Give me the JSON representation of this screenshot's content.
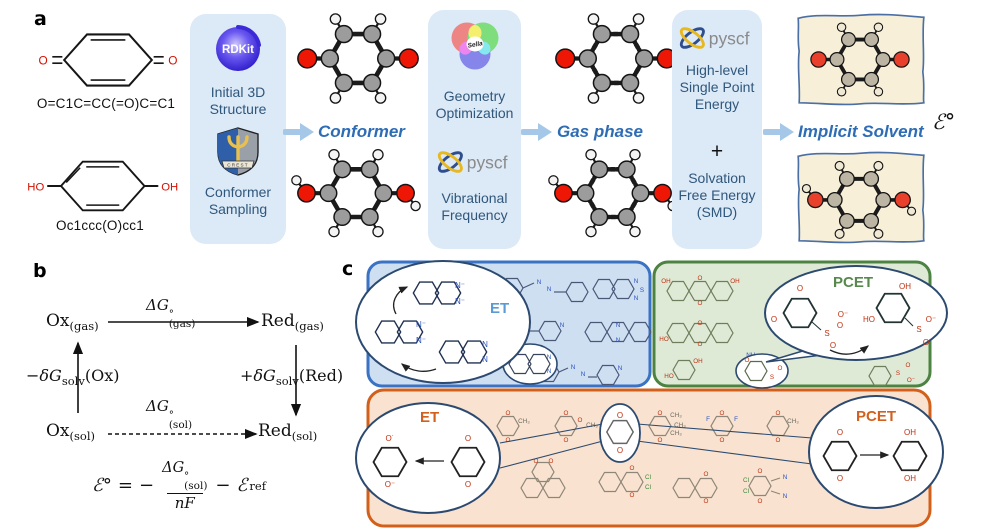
{
  "labels": {
    "a": "a",
    "b": "b",
    "c": "c"
  },
  "panel_a": {
    "quinone_smiles": "O=C1C=CC(=O)C=C1",
    "hydroquinone_smiles": "Oc1ccc(O)cc1",
    "atom_labels": {
      "o": "O",
      "ho": "HO",
      "oh": "OH"
    },
    "tool_names": {
      "rdkit": "RDKit",
      "crest": "CREST",
      "sella": "Sella",
      "pyscf": "pyscf"
    },
    "captions": {
      "initial_3d": "Initial 3D Structure",
      "conformer_sampling": "Conformer Sampling",
      "geometry_optimization": "Geometry Optimization",
      "vibrational_frequency": "Vibrational Frequency",
      "high_level": "High-level Single Point Energy",
      "plus": "+",
      "solvation": "Solvation Free Energy (SMD)"
    },
    "stage_labels": {
      "conformer": "Conformer",
      "gas_phase": "Gas phase",
      "implicit_solvent": "Implicit Solvent"
    },
    "output_symbol": "ℰ°"
  },
  "panel_b": {
    "nodes": {
      "ox_gas": "Ox",
      "ox_gas_sub": "(gas)",
      "red_gas": "Red",
      "red_gas_sub": "(gas)",
      "ox_sol": "Ox",
      "ox_sol_sub": "(sol)",
      "red_sol": "Red",
      "red_sol_sub": "(sol)"
    },
    "edges": {
      "gas_dg": "ΔG",
      "gas_dg_sup": "°",
      "gas_dg_sub": "(gas)",
      "sol_dg": "ΔG",
      "sol_dg_sup": "°",
      "sol_dg_sub": "(sol)",
      "left_pre": "−δG",
      "left_sub": "solv",
      "left_post": "(Ox)",
      "right_pre": "+δG",
      "right_sub": "solv",
      "right_post": "(Red)"
    },
    "equation": {
      "lhs": "ℰ°",
      "equals": "=",
      "minus": "−",
      "num": "ΔG",
      "num_sup": "°",
      "num_sub": "(sol)",
      "den": "nF",
      "minus2": "−",
      "ref": "ℰ",
      "ref_sub": "ref"
    }
  },
  "panel_c": {
    "reaction_labels": {
      "et_blue": "ET",
      "pcet_green": "PCET",
      "et_orange": "ET",
      "pcet_orange": "PCET"
    },
    "atom_labels": {
      "n": "N",
      "n_minus": "N⁻",
      "o": "O",
      "o_minus": "O⁻",
      "o_radical": "O˙",
      "oh": "OH",
      "ho": "HO",
      "s": "S",
      "cl": "Cl",
      "f": "F",
      "ch3": "CH₃",
      "nh2": "NH₂"
    }
  },
  "colors": {
    "tool_panel_bg": "#dce9f7",
    "caption_text": "#2f577c",
    "stage_label": "#2e6db5",
    "arrow": "#a6c8e8",
    "et_box_border": "#3a72c4",
    "pcet_box_border": "#4c8342",
    "quinone_box_border": "#d2601a",
    "solvent_box_bg": "#f7efd7"
  }
}
